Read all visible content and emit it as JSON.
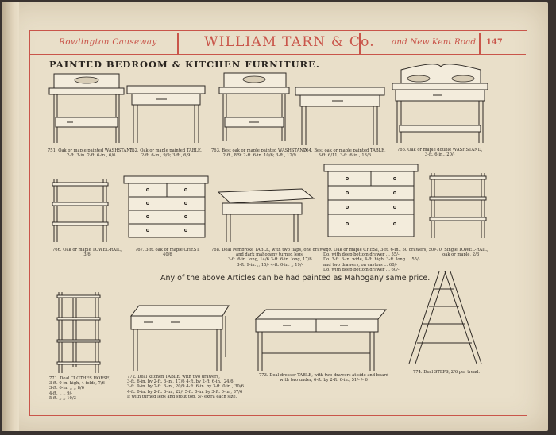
{
  "header": {
    "left": "Rowlington Causeway",
    "center": "WILLIAM TARN & Co.",
    "right": "and New Kent Road",
    "page_number": "147"
  },
  "title": "PAINTED BEDROOM & KITCHEN FURNITURE.",
  "note": "Any of the above Articles can be had painted as Mahogany same price.",
  "captions": [
    {
      "a": "751. Oak or maple painted WASHSTAND,",
      "b": "2-ft. 3-in. 2-ft. 6-in., 6/6"
    },
    {
      "a": "762. Oak or maple painted TABLE,",
      "b": "2-ft. 6-in., 9/9; 3-ft., 6/9"
    },
    {
      "a": "763. Best oak or maple painted WASHSTAND,",
      "b": "2-ft., 8/9; 2-ft. 6-in. 10/6; 3-ft., 12/9"
    },
    {
      "a": "764. Best oak or maple painted TABLE,",
      "b": "3-ft. 6/11; 3-ft. 6-in., 13/6"
    },
    {
      "a": "765. Oak or maple double WASHSTAND,",
      "b": "3-ft. 6-in., 20/-"
    },
    {
      "a": "766. Oak or maple TOWEL-RAIL,",
      "b": "3/6"
    },
    {
      "a": "767. 3-ft. oak or maple CHEST,",
      "b": "40/6"
    },
    {
      "a": "768. Deal Pembroke TABLE, with two flaps, one drawer,",
      "b": "and dark mahogany turned legs,",
      "c": "3-ft. 6-in. long, 14/6    3-ft. 6-in. long, 17/6",
      "d": "3-ft. 9-in. ,, 15/-      4-ft. 0-in. ,, 19/-"
    },
    {
      "a": "769. Oak or maple CHEST, 3-ft. 6-in., 50 drawers, 50/-",
      "b": "Do. with deep bottom drawer ... 55/-",
      "c": "Do. 3-ft. 6-in. wide, 4-ft. high, 3-ft. long ... 55/-",
      "d": "and two drawers, on castors ... 60/-",
      "e": "Do. with deep bottom drawer ... 60/-",
      "f": ""
    },
    {
      "a": "770. Single TOWEL-RAIL,",
      "b": "oak or maple, 2/3"
    },
    {
      "a": "771. Deal CLOTHES HORSE,",
      "b": "3-ft. 0-in. high, 4 folds, 7/6",
      "c": "3-ft. 6-in.  ,,  ,,  8/6",
      "d": "4-ft.  ,,  ,,  9/-",
      "e": "5-ft.  ,,  ,,  10/3"
    },
    {
      "a": "772. Deal kitchen TABLE, with two drawers,",
      "b": "3-ft. 6-in. by 2-ft. 6-in., 17/6  4-ft. by 2-ft. 6-in., 24/6",
      "c": "3-ft. 9-in. by 2-ft. 6-in., 20/9  4-ft. 6-in. by 3-ft. 0-in., 30/6",
      "d": "4-ft. 0-in. by 2-ft. 6-in., 22/-  5-ft. 0-in. by 3-ft. 0-in., 37/6",
      "e": "If with turned legs and stout top, 5/- extra each size."
    },
    {
      "a": "773. Deal dresser TABLE, with two drawers at side and board",
      "b": "with two under, 6-ft. by 2-ft. 6-in., 51/- /- 6"
    },
    {
      "a": "774. Deal STEPS, 2/6 per tread."
    }
  ]
}
